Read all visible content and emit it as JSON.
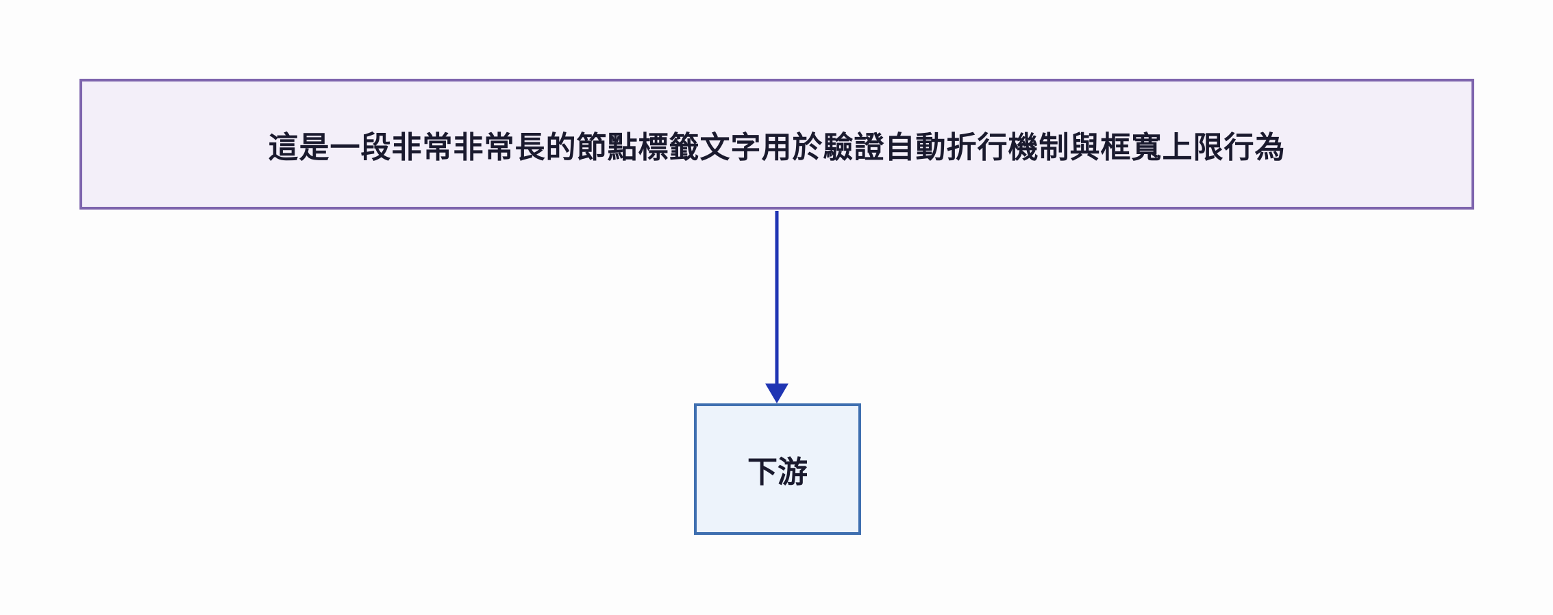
{
  "diagram": {
    "nodes": [
      {
        "id": "upstream",
        "label": "這是一段非常非常長的節點標籤文字用於驗證自動折行機制與框寬上限行為"
      },
      {
        "id": "downstream",
        "label": "下游"
      }
    ],
    "edges": [
      {
        "from": "upstream",
        "to": "downstream"
      }
    ],
    "colors": {
      "upstream_fill": "#f3eff9",
      "upstream_border": "#7d64ad",
      "downstream_fill": "#edf3fb",
      "downstream_border": "#3f6fb0",
      "edge": "#1f35b3"
    }
  }
}
